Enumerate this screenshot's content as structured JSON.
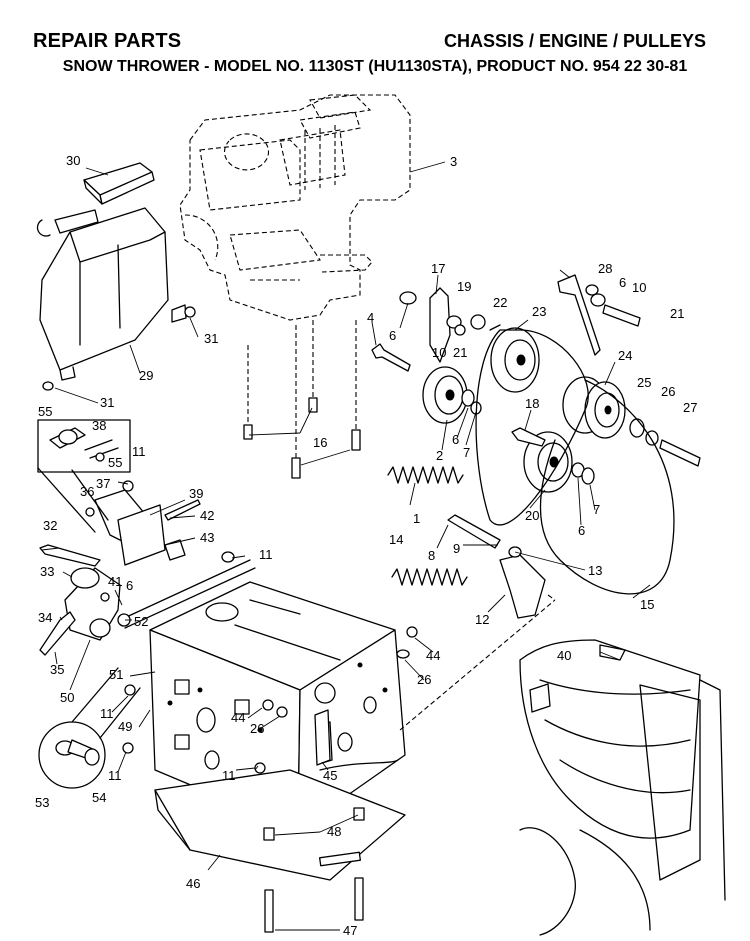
{
  "header": {
    "section": "REPAIR PARTS",
    "category": "CHASSIS / ENGINE / PULLEYS",
    "subtitle": "SNOW THROWER - MODEL NO. 1130ST (HU1130STA), PRODUCT NO. 954 22 30-81"
  },
  "callouts": {
    "c30": "30",
    "c3": "3",
    "c17": "17",
    "c28": "28",
    "c6a": "6",
    "c10a": "10",
    "c19": "19",
    "c22": "22",
    "c21a": "21",
    "c23": "23",
    "c4": "4",
    "c6b": "6",
    "c10b": "10",
    "c21b": "21",
    "c31a": "31",
    "c29": "29",
    "c31b": "31",
    "c24": "24",
    "c25": "25",
    "c26a": "26",
    "c27": "27",
    "c55a": "55",
    "c38": "38",
    "c55b": "55",
    "c11a": "11",
    "c18": "18",
    "c2": "2",
    "c6c": "6",
    "c7a": "7",
    "c16": "16",
    "c36": "36",
    "c37": "37",
    "c39": "39",
    "c42": "42",
    "c32": "32",
    "c43": "43",
    "c1": "1",
    "c20": "20",
    "c7b": "7",
    "c6d": "6",
    "c11b": "11",
    "c8": "8",
    "c9": "9",
    "c14": "14",
    "c33": "33",
    "c41": "41",
    "c6e": "6",
    "c13": "13",
    "c34": "34",
    "c15": "15",
    "c12": "12",
    "c52": "52",
    "c35": "35",
    "c44a": "44",
    "c40": "40",
    "c51": "51",
    "c26b": "26",
    "c50": "50",
    "c11c": "11",
    "c49": "49",
    "c44b": "44",
    "c26c": "26",
    "c11d": "11",
    "c11e": "11",
    "c45": "45",
    "c53": "53",
    "c54": "54",
    "c48": "48",
    "c46": "46",
    "c47": "47"
  }
}
